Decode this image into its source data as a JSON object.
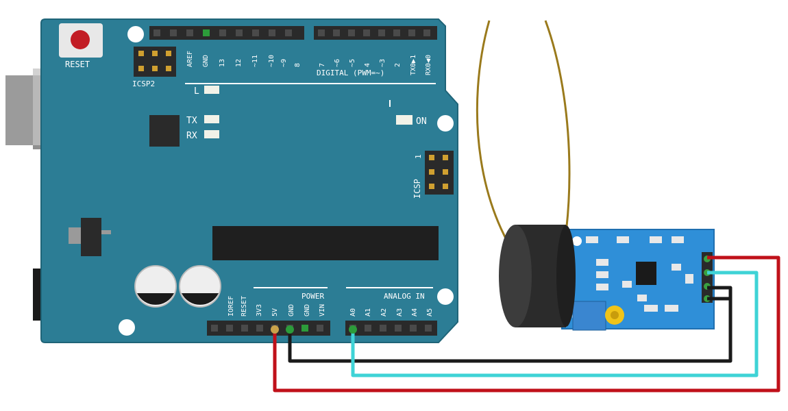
{
  "board": {
    "reset_label": "RESET",
    "icsp2_label": "ICSP2",
    "icsp_label": "ICSP",
    "icsp_pin1": "1",
    "led_l": "L",
    "led_tx": "TX",
    "led_rx": "RX",
    "led_on": "ON",
    "digital_label": "DIGITAL (PWM=~)",
    "power_label": "POWER",
    "analog_label": "ANALOG IN",
    "top_pins_left": [
      "AREF",
      "GND",
      "13",
      "12",
      "~11",
      "~10",
      "~9",
      "8"
    ],
    "top_pins_right": [
      "7",
      "~6",
      "~5",
      "4",
      "~3",
      "2",
      "TX0▶1",
      "RX0◀0"
    ],
    "power_pins": [
      "IOREF",
      "RESET",
      "3V3",
      "5V",
      "GND",
      "GND",
      "VIN"
    ],
    "analog_pins": [
      "A0",
      "A1",
      "A2",
      "A3",
      "A4",
      "A5"
    ]
  },
  "colors": {
    "board": "#2c7d95",
    "board_edge": "#1f6478",
    "header": "#2a2a2a",
    "wire_5v": "#c0111a",
    "wire_gnd": "#1a1a1a",
    "wire_signal": "#3fd3d6",
    "sensor_pcb": "#2f8fd8",
    "sensor_core": "#2b2b2b",
    "sensor_lead": "#9a7a1c"
  },
  "wiring": [
    {
      "from": "5V",
      "to": "sensor-vcc",
      "color": "red"
    },
    {
      "from": "GND",
      "to": "sensor-gnd",
      "color": "black"
    },
    {
      "from": "A0",
      "to": "sensor-out",
      "color": "cyan"
    }
  ]
}
